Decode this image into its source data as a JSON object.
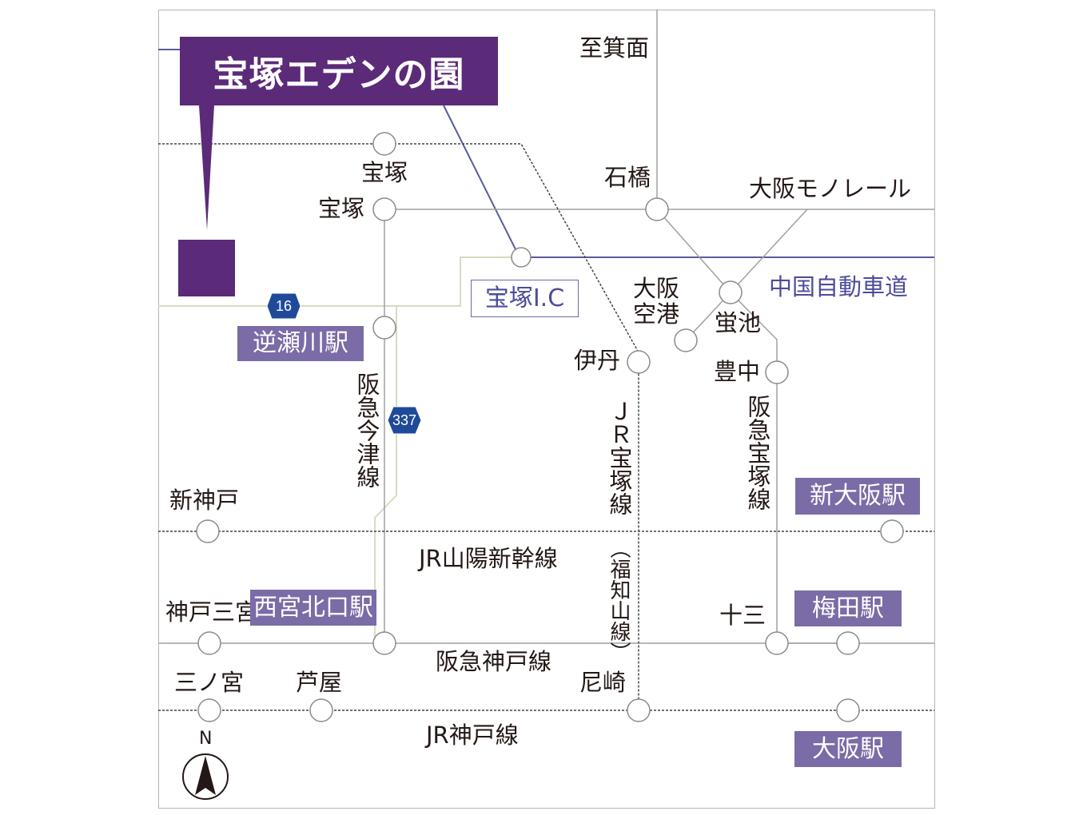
{
  "title": "宝塚エデンの園",
  "direction_top": "至箕面",
  "stations": {
    "takarazuka_jr": "宝塚",
    "takarazuka_hankyu": "宝塚",
    "ishibashi": "石橋",
    "osaka_airport": "大阪\n空港",
    "hotarugaike": "蛍池",
    "itami": "伊丹",
    "toyonaka": "豊中",
    "shinkobe": "新神戸",
    "kobe_sannomiya": "神戸三宮",
    "jyuso": "十三",
    "sannomiya": "三ノ宮",
    "ashiya": "芦屋",
    "amagasaki": "尼崎"
  },
  "boxed_stations": {
    "sakasegawa": "逆瀬川駅",
    "nishinomiya_kitaguchi": "西宮北口駅",
    "shin_osaka": "新大阪駅",
    "umeda": "梅田駅",
    "osaka": "大阪駅"
  },
  "lines": {
    "monorail": "大阪モノレール",
    "chugoku_expressway": "中国自動車道",
    "imazu": "阪急今津線",
    "jr_takarazuka": "ＪＲ宝塚線",
    "fukuchiyama": "（福知山線）",
    "hankyu_takarazuka": "阪急宝塚線",
    "sanyo_shinkansen": "JR山陽新幹線",
    "hankyu_kobe": "阪急神戸線",
    "jr_kobe": "JR神戸線"
  },
  "interchange": "宝塚I.C",
  "routes": {
    "r16": "16",
    "r337": "337"
  },
  "compass": "N",
  "colors": {
    "title_bg": "#5b2a78",
    "box_bg": "#7b6ba6",
    "expressway": "#5a5aa0",
    "rail": "#a0a0a0",
    "road": "#d6dcc0",
    "shield": "#1f4a9a"
  }
}
